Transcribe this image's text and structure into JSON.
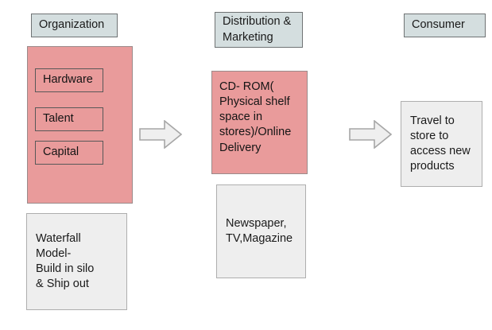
{
  "diagram": {
    "type": "flow",
    "background_color": "#ffffff",
    "palette": {
      "stage_header_fill": "#d4dedf",
      "stage_header_border": "#6f7374",
      "highlight_fill": "#e99b9b",
      "highlight_border": "#9b8a8a",
      "chip_border": "#585858",
      "neutral_fill": "#eeeeee",
      "neutral_border": "#aeaeae",
      "arrow_fill": "#efefef",
      "arrow_border": "#a6a6a6",
      "text_color": "#1a1a1a"
    },
    "columns": [
      {
        "id": "organization",
        "header": "Organization",
        "nodes": [
          {
            "id": "org-resources",
            "kind": "highlight-group",
            "items": [
              "Hardware",
              "Talent",
              "Capital"
            ]
          },
          {
            "id": "org-process",
            "kind": "neutral",
            "text": "Waterfall\nModel-\nBuild in silo\n& Ship out"
          }
        ]
      },
      {
        "id": "distribution-marketing",
        "header": "Distribution &\nMarketing",
        "nodes": [
          {
            "id": "dist-channel",
            "kind": "highlight",
            "text": "CD- ROM(\nPhysical shelf\nspace in\nstores)/Online\nDelivery"
          },
          {
            "id": "dist-media",
            "kind": "neutral",
            "text": "Newspaper,\nTV,Magazine"
          }
        ]
      },
      {
        "id": "consumer",
        "header": "Consumer",
        "nodes": [
          {
            "id": "consumer-behavior",
            "kind": "neutral",
            "text": "Travel to\nstore to\naccess new\nproducts"
          }
        ]
      }
    ],
    "connectors": [
      {
        "id": "arrow-org-to-distribution",
        "icon": "right-arrow-icon",
        "direction": "right"
      },
      {
        "id": "arrow-distribution-to-consumer",
        "icon": "right-arrow-icon",
        "direction": "right"
      }
    ]
  }
}
